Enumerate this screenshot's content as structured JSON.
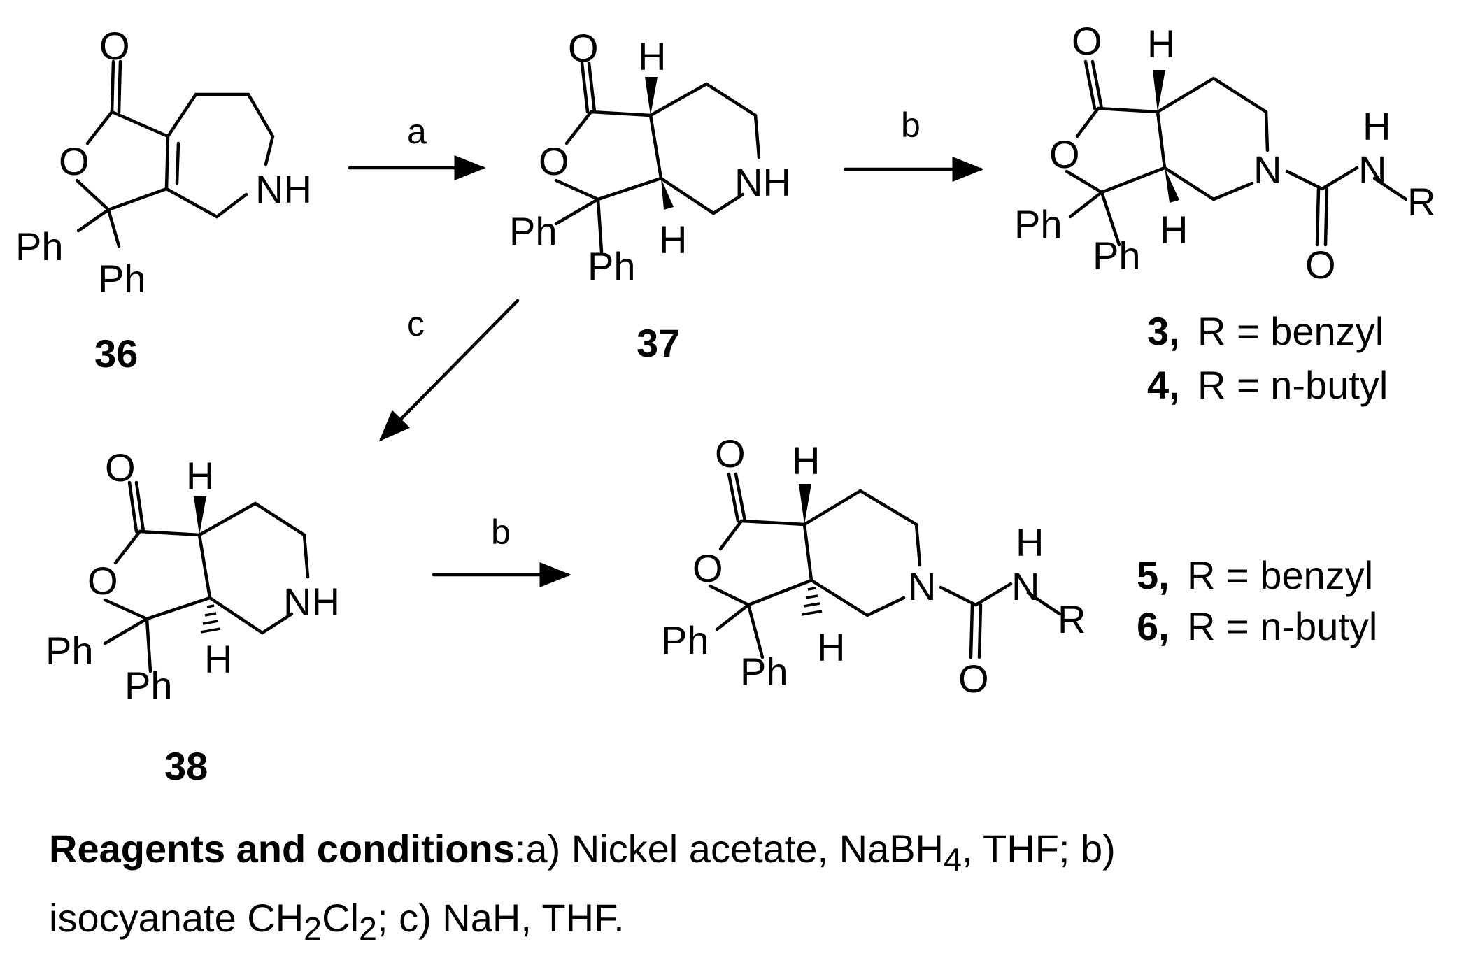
{
  "atoms": {
    "O": "O",
    "NH": "NH",
    "N": "N",
    "H": "H",
    "Ph": "Ph",
    "R": "R"
  },
  "compounds": {
    "c36": "36",
    "c37": "37",
    "c38": "38",
    "c3": "3,",
    "c4": "4,",
    "c5": "5,",
    "c6": "6,"
  },
  "products": {
    "r_benzyl": "R = benzyl",
    "r_nbutyl": "R = n-butyl"
  },
  "reagents": {
    "a": "a",
    "b": "b",
    "c": "c"
  },
  "conditions": {
    "heading": "Reagents and conditions",
    "line1": ":a) Nickel acetate, NaBH",
    "sub4": "4",
    "line1_end": ", THF; b)",
    "line2_a": "isocyanate CH",
    "sub2a": "2",
    "line2_b": "Cl",
    "sub2b": "2",
    "line2_c": "; c) NaH, THF."
  }
}
